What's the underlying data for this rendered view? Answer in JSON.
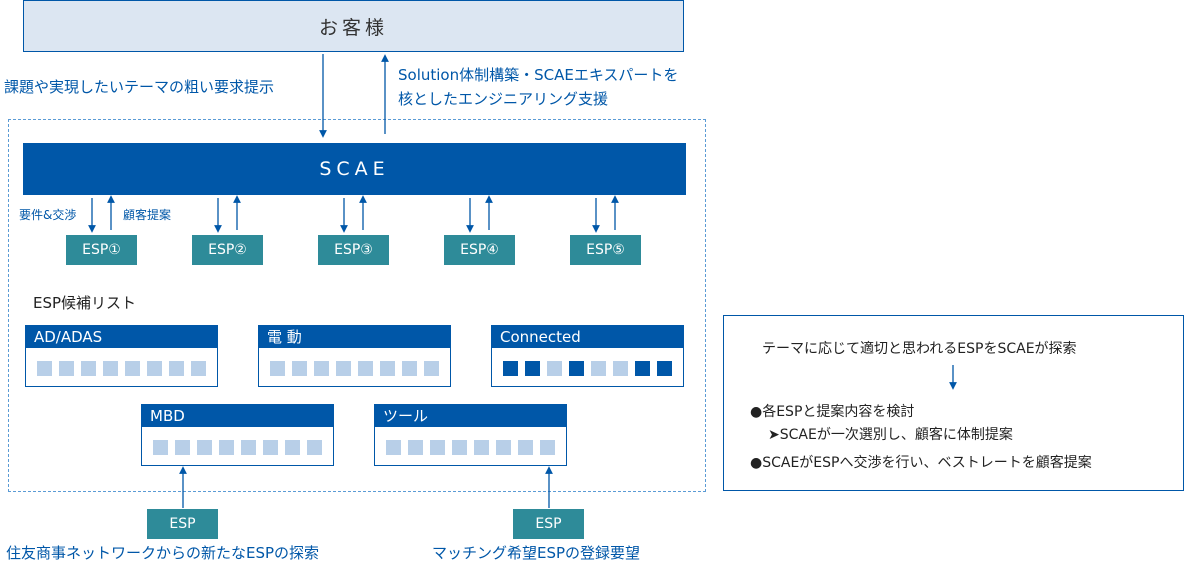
{
  "customer_label": "お客様",
  "request_text": "課題や実現したいテーマの粗い要求提示",
  "support_text_line1": "Solution体制構築・SCAEエキスパートを",
  "support_text_line2": "核としたエンジニアリング支援",
  "scae_label": "SCAE",
  "arrow_down_label": "要件&交渉",
  "arrow_up_label": "顧客提案",
  "esps": [
    "ESP①",
    "ESP②",
    "ESP③",
    "ESP④",
    "ESP⑤"
  ],
  "candidate_list_title": "ESP候補リスト",
  "categories": [
    {
      "label": "AD/ADAS",
      "squares": [
        "light",
        "light",
        "light",
        "light",
        "light",
        "light",
        "light",
        "light"
      ]
    },
    {
      "label": "電 動",
      "squares": [
        "light",
        "light",
        "light",
        "light",
        "light",
        "light",
        "light",
        "light"
      ]
    },
    {
      "label": "Connected",
      "squares": [
        "dark",
        "dark",
        "light",
        "dark",
        "light",
        "light",
        "dark",
        "dark"
      ]
    },
    {
      "label": "MBD",
      "squares": [
        "light",
        "light",
        "light",
        "light",
        "light",
        "light",
        "light",
        "light"
      ]
    },
    {
      "label": "ツール",
      "squares": [
        "light",
        "light",
        "light",
        "light",
        "light",
        "light",
        "light",
        "light"
      ]
    }
  ],
  "sources": [
    {
      "box": "ESP",
      "label": "住友商事ネットワークからの新たなESPの探索"
    },
    {
      "box": "ESP",
      "label": "マッチング希望ESPの登録要望"
    }
  ],
  "right_panel": {
    "top_text": "テーマに応じて適切と思われるESPをSCAEが探索",
    "bullet1": "●各ESPと提案内容を検討",
    "sub1": "➤SCAEが一次選別し、顧客に体制提案",
    "bullet2": "●SCAEがESPへ交渉を行い、ベストレートを顧客提案"
  },
  "colors": {
    "primary": "#0057a8",
    "esp_teal": "#2e8b99",
    "light_square": "#b8cfe8",
    "customer_bg": "#dce6f2"
  }
}
